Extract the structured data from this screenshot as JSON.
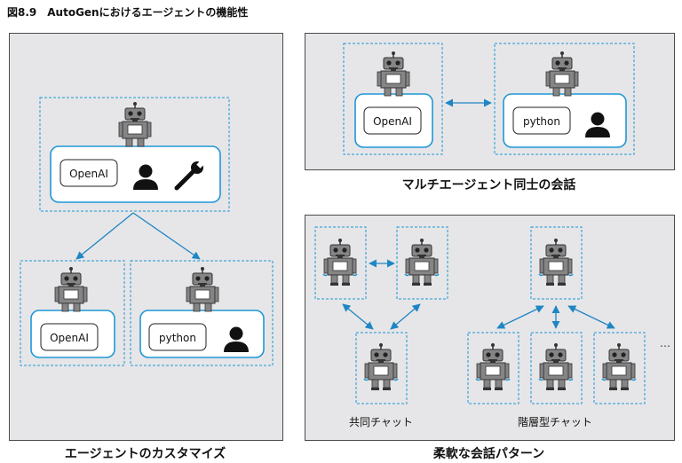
{
  "figure": {
    "title": "図8.9　AutoGenにおけるエージェントの機能性"
  },
  "panels": {
    "customize": {
      "caption": "エージェントのカスタマイズ"
    },
    "multi": {
      "caption": "マルチエージェント同士の会話"
    },
    "patterns": {
      "caption": "柔軟な会話パターン",
      "joint_label": "共同チャット",
      "hier_label": "階層型チャット",
      "ellipsis": "…"
    }
  },
  "tags": {
    "openai": "OpenAI",
    "python": "python"
  },
  "colors": {
    "accent": "#1f97d6",
    "panel_bg": "#e6e6e8",
    "robot_body": "#858585"
  }
}
